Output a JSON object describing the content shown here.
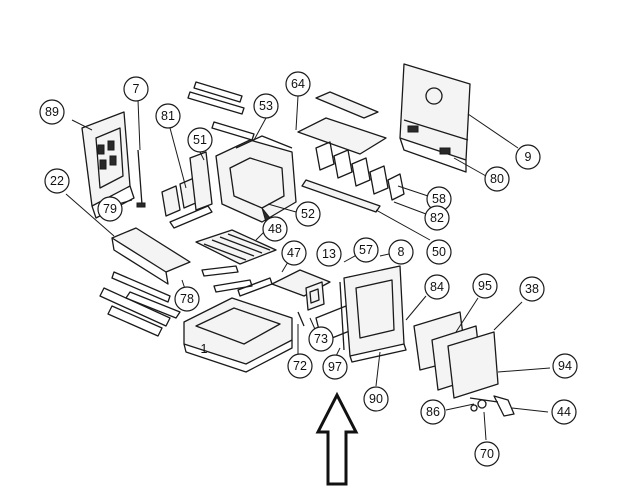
{
  "callouts": {
    "c89": "89",
    "c7": "7",
    "c81": "81",
    "c51": "51",
    "c53": "53",
    "c64": "64",
    "c22": "22",
    "c79": "79",
    "c9": "9",
    "c80": "80",
    "c58": "58",
    "c82": "82",
    "c52": "52",
    "c48": "48",
    "c47": "47",
    "c13": "13",
    "c57": "57",
    "c8": "8",
    "c50": "50",
    "c78": "78",
    "c84": "84",
    "c95": "95",
    "c38": "38",
    "c73": "73",
    "c72": "72",
    "c97": "97",
    "c90": "90",
    "c94": "94",
    "c86": "86",
    "c44": "44",
    "c70": "70"
  },
  "labels": {
    "grate_mark": "1"
  }
}
